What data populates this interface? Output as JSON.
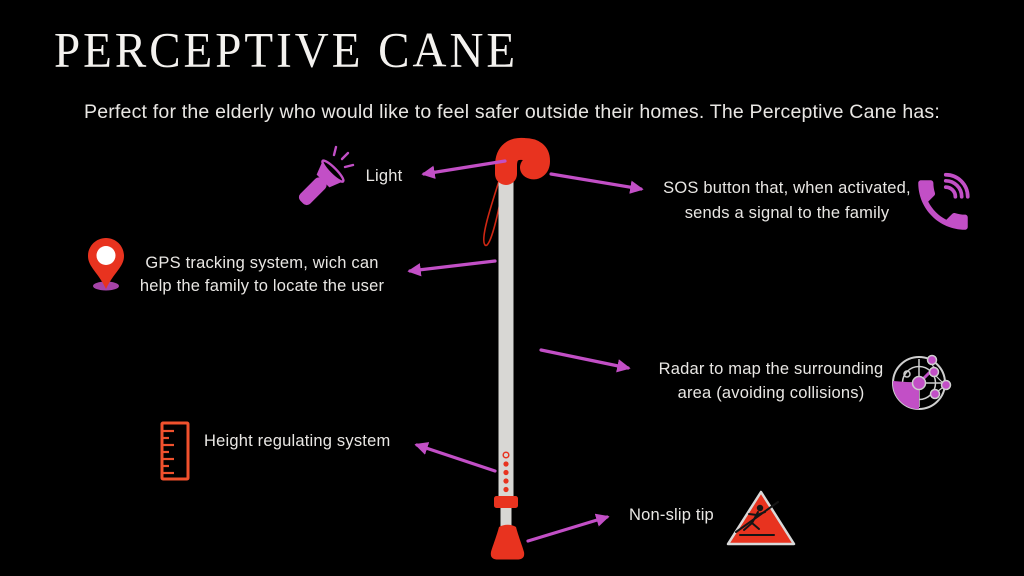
{
  "header": {
    "title": "PERCEPTIVE CANE",
    "subtitle": "Perfect for the elderly who would like to feel safer outside their homes. The Perceptive Cane has:"
  },
  "features": {
    "light": {
      "label": "Light",
      "icon": "flashlight-icon"
    },
    "sos": {
      "line1": "SOS button that, when activated,",
      "line2": "sends a signal to the family",
      "icon": "phone-call-icon"
    },
    "gps": {
      "line1": "GPS tracking system, wich can",
      "line2": "help the family to locate the user",
      "icon": "location-pin-icon"
    },
    "radar": {
      "line1": "Radar to map the surrounding",
      "line2": "area (avoiding collisions)",
      "icon": "radar-icon"
    },
    "height": {
      "label": "Height regulating system",
      "icon": "ruler-icon"
    },
    "nonslip": {
      "label": "Non-slip tip",
      "icon": "slippery-floor-warning-icon"
    }
  },
  "illustration": {
    "subject": "walking cane with red derby handle, wrist strap, height adjustment holes and red non-slip tip"
  },
  "colors": {
    "background": "#000000",
    "title_text": "#f4f2ef",
    "body_text": "#e9e7e4",
    "accent_magenta": "#c24fc6",
    "accent_red": "#e8331f",
    "accent_orange": "#f0512d",
    "cane_shaft": "#d8d7d4"
  }
}
